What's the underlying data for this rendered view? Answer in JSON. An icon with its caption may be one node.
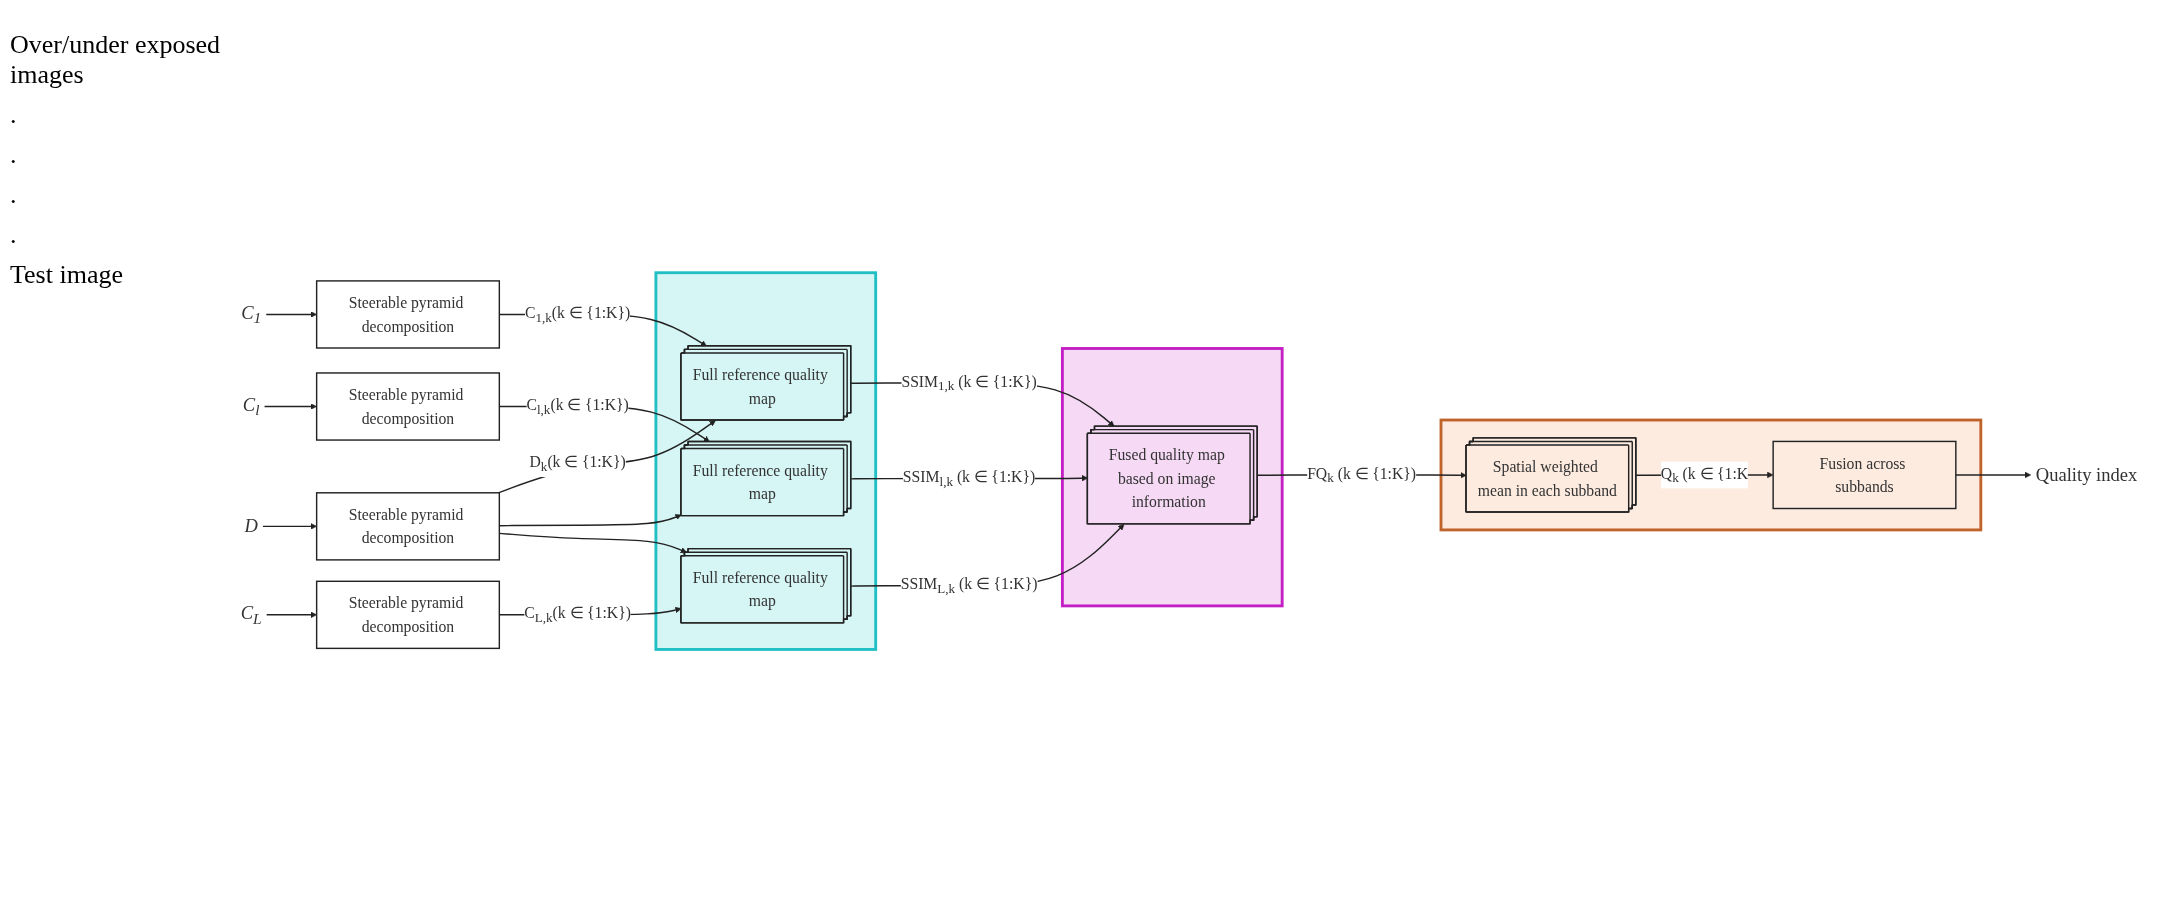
{
  "diagram": {
    "nodes": [
      {
        "text": [
          "C$_{1}$"
        ]
      },
      {
        "text": [
          "Steerable pyramid decomposition"
        ]
      },
      {
        "text": [
          "C$_{l}$"
        ]
      },
      {
        "text": [
          "Steerable pyramid decomposition"
        ]
      },
      {
        "text": [
          "C$_{L}$"
        ]
      },
      {
        "text": [
          "Steerable pyramid decomposition"
        ]
      },
      {
        "text": [
          "D"
        ]
      },
      {
        "text": [
          "Steerable pyramid decomposition"
        ]
      },
      {
        "text": [],
        "shape": "box"
      },
      {
        "text": [
          "Full reference quality map"
        ],
        "in": 8
      },
      {
        "text": [
          "Full reference quality map"
        ],
        "in": 8
      },
      {
        "text": [
          "Full reference quality map"
        ],
        "in": 8
      },
      {
        "text": [],
        "shape": "box"
      },
      {
        "text": [
          "Fused quality map based on image information"
        ],
        "in": 12
      },
      {
        "text": [],
        "shape": "box"
      },
      {
        "text": [
          "Spatial weighted mean in each subband"
        ],
        "in": 14
      },
      {
        "text": [
          "Fusion across subbands"
        ],
        "in": 14
      },
      {
        "text": [
          "Quality index"
        ]
      }
    ],
    "edges": [
      {
        "from": 0,
        "to": 1,
        "arrow": "to"
      },
      {
        "from": 2,
        "to": 3,
        "arrow": "to"
      },
      {
        "from": 4,
        "to": 5,
        "arrow": "to"
      },
      {
        "from": 6,
        "to": 7,
        "arrow": "to"
      },
      {
        "from": 1,
        "to": 9,
        "arrow": "to",
        "label": "C$_{1,k}$(k ∈ {1:K})"
      },
      {
        "from": 3,
        "to": 10,
        "arrow": "to",
        "label": "C$_{l,k}$(k ∈ {1:K})"
      },
      {
        "from": 5,
        "to": 11,
        "arrow": "to",
        "label": "C$_{L,k}$(k ∈ {1:K})"
      },
      {
        "from": 7,
        "to": 9,
        "arrow": "to",
        "label": "D$_{k}$(k ∈ {1:K})"
      },
      {
        "from": 7,
        "to": 10,
        "arrow": "to"
      },
      {
        "from": 7,
        "to": 11,
        "arrow": "to"
      },
      {
        "from": 9,
        "to": 13,
        "arrow": "to",
        "label": "SSIM$_{1,k}$ (k ∈ {1:K})"
      },
      {
        "from": 10,
        "to": 13,
        "arrow": "to",
        "label": "SSIM$_{l,k}$ (k ∈ {1:K})"
      },
      {
        "from": 11,
        "to": 13,
        "arrow": "to",
        "label": "SSIM$_{L,k}$ (k ∈ {1:K})"
      },
      {
        "from": 13,
        "to": 15,
        "arrow": "to",
        "label": "FQ$_{k}$ (k ∈ {1:K})"
      },
      {
        "from": 15,
        "to": 16,
        "arrow": "to",
        "label": "Q$_{k}$ (k ∈ {1:K"
      },
      {
        "from": 16,
        "to": 17,
        "arrow": "to"
      }
    ],
    "labels": [
      "Over/under exposed images",
      ".",
      ".",
      ".",
      ".",
      "Test image"
    ]
  }
}
